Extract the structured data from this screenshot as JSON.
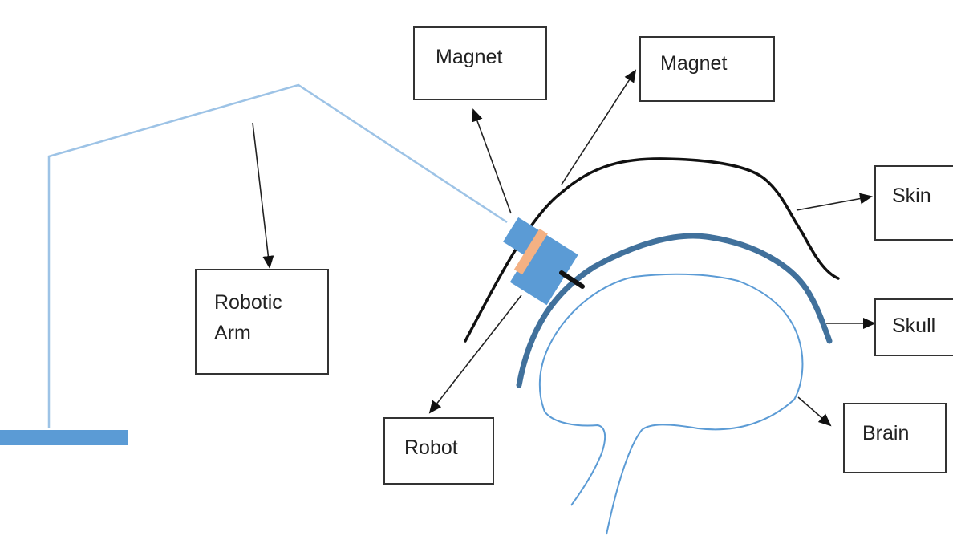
{
  "diagram": {
    "title": "Magnetic robot positioning over the head",
    "labels": {
      "magnet_left": "Magnet",
      "magnet_right": "Magnet",
      "robotic_arm_line1": "Robotic",
      "robotic_arm_line2": "Arm",
      "robot": "Robot",
      "skin": "Skin",
      "skull": "Skull",
      "brain": "Brain"
    },
    "colors": {
      "arm_line": "#9dc3e6",
      "arm_base": "#5b9bd5",
      "robot_body": "#5b9bd5",
      "magnet_strip": "#f4b183",
      "skin": "#111111",
      "skull": "#41719c",
      "brain": "#5b9bd5",
      "arrows": "#222222"
    }
  }
}
